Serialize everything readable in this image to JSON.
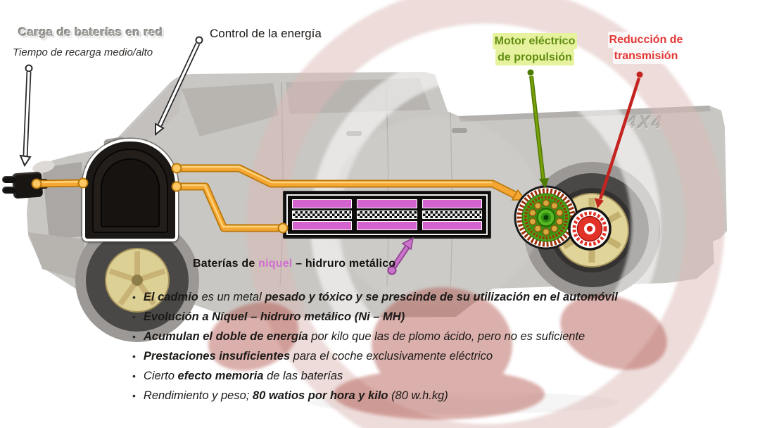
{
  "labels": {
    "charging": {
      "title": "Carga de baterías en red",
      "subtitle": "Tiempo de recarga medio/alto"
    },
    "control": "Control de la energía",
    "motor": {
      "line1": "Motor eléctrico",
      "line2": "de propulsión"
    },
    "reduction": {
      "line1": "Reducción de",
      "line2": "transmisión"
    },
    "battery": {
      "prefix": "Baterías de ",
      "highlight": "niquel",
      "suffix": " – hidruro metálico"
    }
  },
  "truck": {
    "badge": "4X4"
  },
  "bullet_char": "•",
  "bullets": [
    {
      "segments": [
        {
          "t": "El cadmio ",
          "b": true
        },
        {
          "t": "es un metal ",
          "b": false
        },
        {
          "t": "pesado y tóxico y se prescinde de su utilización en el automóvil",
          "b": true
        }
      ]
    },
    {
      "segments": [
        {
          "t": "Evolución a Níquel – hidruro metálico (Ni – MH)",
          "b": true
        }
      ]
    },
    {
      "segments": [
        {
          "t": "Acumulan el doble de energía ",
          "b": true
        },
        {
          "t": "por kilo que las de plomo ácido, pero no es suficiente",
          "b": false
        }
      ]
    },
    {
      "segments": [
        {
          "t": "Prestaciones insuficientes ",
          "b": true
        },
        {
          "t": "para el coche exclusivamente eléctrico",
          "b": false
        }
      ]
    },
    {
      "segments": [
        {
          "t": "Cierto ",
          "b": false
        },
        {
          "t": "efecto memoria ",
          "b": true
        },
        {
          "t": "de las baterías",
          "b": false
        }
      ]
    },
    {
      "segments": [
        {
          "t": "Rendimiento y peso; ",
          "b": false
        },
        {
          "t": "80 watios por hora y kilo ",
          "b": true
        },
        {
          "t": "(80 w.h.kg)",
          "b": false
        }
      ]
    }
  ],
  "colors": {
    "wire_orange": "#f5a733",
    "battery_cell_pink": "#d463cf",
    "motor_label_text": "#618e10",
    "motor_label_bg": "#e7f29f",
    "reduction_label_text": "#e23734",
    "nickel_text_pink": "#cf6fcf",
    "gear_green": "#4aa016",
    "gear_red": "#e23126",
    "charger_black": "#1c1815",
    "magenta_arrow": "#cb72cb"
  }
}
